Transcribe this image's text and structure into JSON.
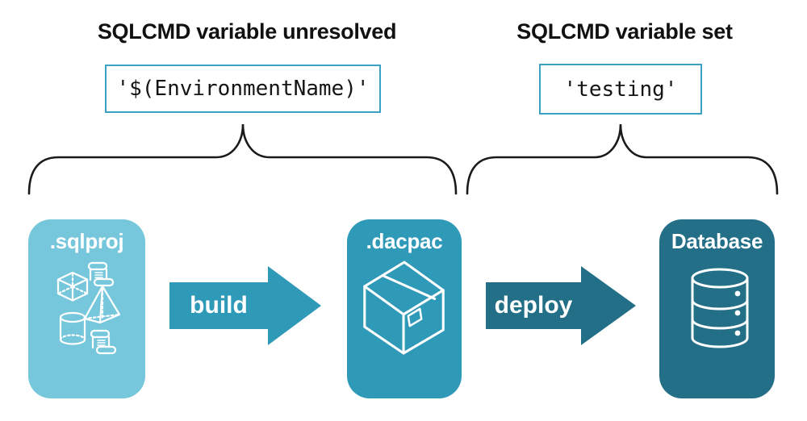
{
  "annotations": {
    "unresolved_heading": "SQLCMD variable unresolved",
    "unresolved_value": "'$(EnvironmentName)'",
    "set_heading": "SQLCMD variable set",
    "set_value": "'testing'"
  },
  "pipeline": {
    "sqlproj_label": ".sqlproj",
    "dacpac_label": ".dacpac",
    "database_label": "Database",
    "build_label": "build",
    "deploy_label": "deploy"
  },
  "icons": {
    "sqlproj": "sql-objects-icon",
    "dacpac": "package-box-icon",
    "database": "database-cylinder-icon"
  },
  "colors": {
    "sqlproj_fill": "#76c7db",
    "dacpac_fill": "#2f99b8",
    "database_fill": "#226f87",
    "build_arrow_fill": "#2f99b8",
    "deploy_arrow_fill": "#226f87",
    "code_box_border": "#3ba3c2",
    "brace_stroke": "#1a1a1a",
    "heading_text": "#111111",
    "icon_stroke": "#ffffff"
  }
}
